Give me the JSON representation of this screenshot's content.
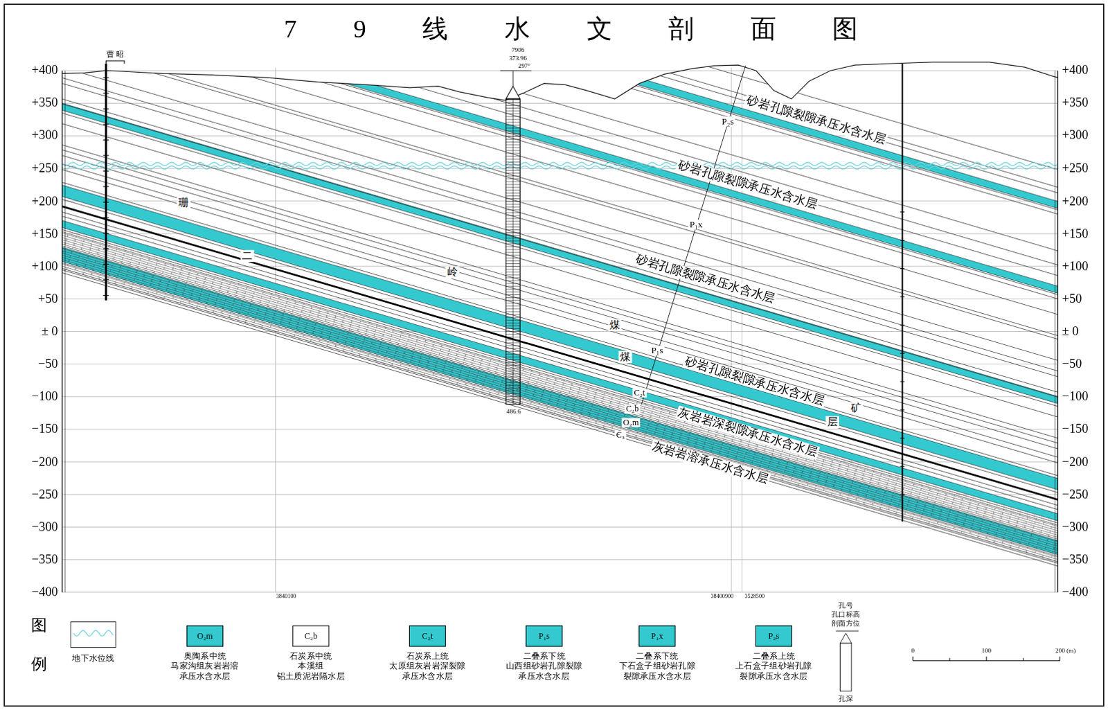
{
  "diagram": {
    "title": "79线水文剖面图",
    "labels": [
      "曹 昭",
      "7906",
      "373.96",
      "297°",
      "486.6",
      "+400",
      "+350",
      "+300",
      "+250",
      "+200",
      "+150",
      "+100",
      "+50",
      "± 0",
      "−50",
      "−100",
      "−150",
      "−200",
      "−250",
      "−300",
      "−350",
      "−400",
      "+400",
      "+350",
      "+300",
      "+250",
      "+200",
      "+150",
      "+100",
      "+50",
      "± 0",
      "−50",
      "−100",
      "−150",
      "−200",
      "−250",
      "−300",
      "−350",
      "−400",
      "砂岩孔隙裂隙承压水含水层",
      "砂岩孔隙裂隙承压水含水层",
      "砂岩孔隙裂隙承压水含水层",
      "砂岩孔隙裂隙承压水含水层",
      "灰岩岩深裂隙承压水含水层",
      "灰岩岩溶承压水含水层",
      "P₂s",
      "P₁x",
      "P₁s",
      "C₂t",
      "C₂b",
      "O₂m",
      "Є₃",
      "珊",
      "二",
      "岭",
      "煤",
      "煤",
      "矿",
      "层",
      "3840100",
      "38400900",
      "3528500",
      "图",
      "例",
      "O₂m",
      "C₂b",
      "C₂t",
      "P₁s",
      "P₁x",
      "P₂s",
      "孔号",
      "孔口标高",
      "剖面方位",
      "孔深",
      "0",
      "100",
      "200 (m)"
    ],
    "legend": [
      {
        "text": "地下水位线"
      },
      {
        "text": "奥陶系中统 马家沟组灰岩岩溶 承压水含水层",
        "color": "#33c9cf"
      },
      {
        "text": "石炭系中统 本溪组 铝土质泥岩隔水层",
        "color": "#ffffff"
      },
      {
        "text": "石炭系上统 太原组灰岩岩深裂隙 承压水含水层",
        "color": "#33c9cf"
      },
      {
        "text": "二叠系下统 山西组砂岩孔隙裂隙 承压水含水层",
        "color": "#33c9cf"
      },
      {
        "text": "二叠系下统 下石盒子组砂岩孔隙 裂隙承压水含水层",
        "color": "#33c9cf"
      },
      {
        "text": "二叠系上统 上石盒子组砂岩孔隙 裂隙承压水含水层",
        "color": "#33c9cf"
      }
    ]
  }
}
